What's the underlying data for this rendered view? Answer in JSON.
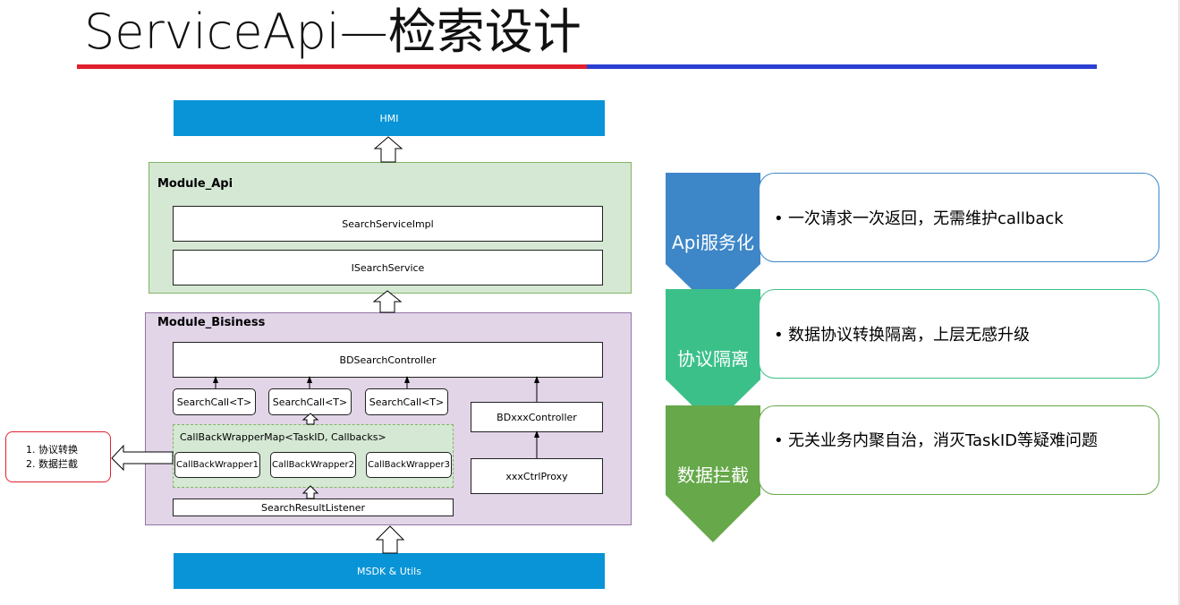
{
  "title": "ServiceApi—检索设计",
  "diagram": {
    "hmi": "HMI",
    "module_api": {
      "label": "Module_Api",
      "impl": "SearchServiceImpl",
      "iface": "ISearchService"
    },
    "module_biz": {
      "label": "Module_Bisiness",
      "controller": "BDSearchController",
      "search_calls": [
        "SearchCall<T>",
        "SearchCall<T>",
        "SearchCall<T>"
      ],
      "wrapper_map": "CallBackWrapperMap<TaskID, Callbacks>",
      "wrappers": [
        "CallBackWrapper1",
        "CallBackWrapper2",
        "CallBackWrapper3"
      ],
      "listener": "SearchResultListener",
      "xxx_controller": "BDxxxController",
      "proxy": "xxxCtrlProxy"
    },
    "msdk": "MSDK & Utils",
    "note": [
      "1. 协议转换",
      "2. 数据拦截"
    ]
  },
  "features": [
    {
      "ribbon": "Api服务化",
      "text": "一次请求一次返回，无需维护callback",
      "color": "#3d86c8"
    },
    {
      "ribbon": "协议隔离",
      "text": "数据协议转换隔离，上层无感升级",
      "color": "#3cc08a"
    },
    {
      "ribbon": "数据拦截",
      "text": "无关业务内聚自治，消灭TaskID等疑难问题",
      "color": "#66a84a"
    }
  ]
}
